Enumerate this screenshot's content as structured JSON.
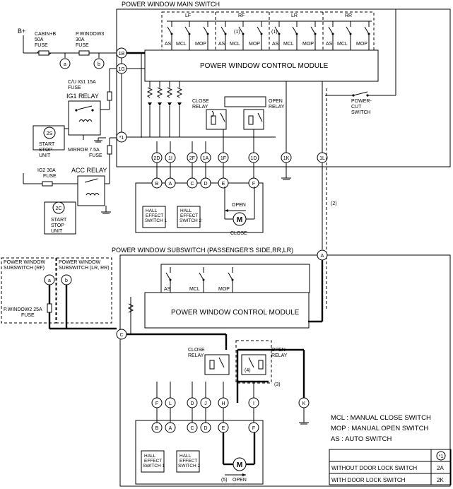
{
  "main_switch": {
    "title": "POWER WINDOW MAIN SWITCH",
    "module": "POWER WINDOW CONTROL MODULE",
    "groups": [
      "LF",
      "RF",
      "LR",
      "RR"
    ],
    "switch_labels": [
      "AS",
      "MCL",
      "MOP",
      "AS",
      "MCL",
      "MOP",
      "AS",
      "MCL",
      "MOP",
      "AS",
      "MCL",
      "MOP"
    ],
    "close_relay": "CLOSE\nRELAY",
    "open_relay": "OPEN\nRELAY",
    "power_cut": "POWER-\nCUT\nSWITCH",
    "connectors": [
      "2D",
      "1I",
      "2F",
      "1A",
      "1F",
      "1D",
      "1K",
      "1L"
    ],
    "connector_top": [
      "1B",
      "1G",
      "*1"
    ],
    "motor_pins": [
      "B",
      "A",
      "C",
      "D",
      "E",
      "F"
    ],
    "hall1": "HALL\nEFFECT\nSWITCH 1",
    "hall2": "HALL\nEFFECT\nSWITCH 2",
    "open": "OPEN",
    "close": "CLOSE",
    "motor": "M",
    "note1": "(1)",
    "note2": "(2)"
  },
  "power": {
    "bplus": "B+",
    "cabin_fuse": "CABIN+B\n50A\nFUSE",
    "pwindow3_fuse": "P.WINDOW3\n30A\nFUSE",
    "node_a": "a",
    "node_b": "b",
    "cu_ig1": "C/U IG1 15A\nFUSE",
    "ig1_relay": "IG1 RELAY",
    "start_stop_2s": "2S",
    "start_stop_2c": "2C",
    "start_stop_unit": "START\nSTOP\nUNIT",
    "mirror_fuse": "MIRROR 7.5A\nFUSE",
    "ig2_fuse": "IG2 30A\nFUSE",
    "acc_relay": "ACC RELAY"
  },
  "sub_switch": {
    "title": "POWER WINDOW SUBSWITCH (PASSENGER'S SIDE,RR,LR)",
    "module": "POWER WINDOW CONTROL MODULE",
    "switch_labels": [
      "AS",
      "MCL",
      "MOP"
    ],
    "close_relay": "CLOSE\nRELAY",
    "open_relay": "OPEN\nRELAY",
    "connectors": [
      "F",
      "L",
      "D",
      "J",
      "H",
      "I",
      "K"
    ],
    "node_a": "A",
    "node_c": "C",
    "motor_pins": [
      "B",
      "A",
      "C",
      "D",
      "E",
      "F"
    ],
    "hall1": "HALL\nEFFECT\nSWITCH 1",
    "hall2": "HALL\nEFFECT\nSWITCH 2",
    "motor": "M",
    "open": "OPEN",
    "note3": "(3)",
    "note4": "(4)",
    "note5": "(5)"
  },
  "side_boxes": {
    "rf_box": "POWER WINDOW\nSUBSWITCH (RF)",
    "lrrr_box": "POWER WINDOW\nSUBSWITCH (LR, RR)",
    "node_a": "a",
    "node_b": "b",
    "pwindow2_fuse": "P.WINDOW2 25A\nFUSE"
  },
  "legend": {
    "mcl": "MCL : MANUAL CLOSE SWITCH",
    "mop": "MOP : MANUAL OPEN SWITCH",
    "as": "AS : AUTO SWITCH",
    "table_header": "*1",
    "rows": [
      {
        "label": "WITHOUT DOOR LOCK SWITCH",
        "value": "2A"
      },
      {
        "label": "WITH DOOR LOCK SWITCH",
        "value": "2K"
      }
    ]
  }
}
